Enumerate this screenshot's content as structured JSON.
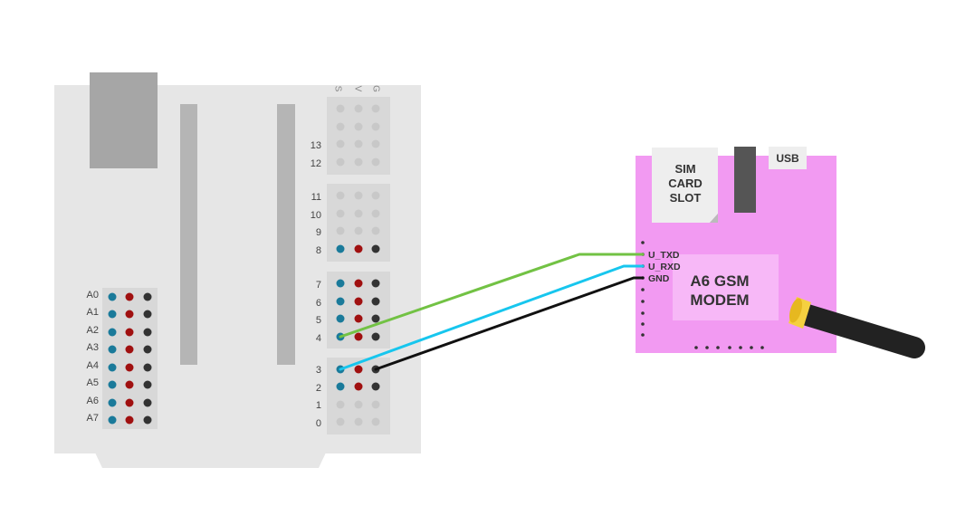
{
  "header": {
    "s": "S",
    "v": "V",
    "g": "G"
  },
  "analog_labels": [
    "A0",
    "A1",
    "A2",
    "A3",
    "A4",
    "A5",
    "A6",
    "A7"
  ],
  "digital_labels": {
    "d13": "13",
    "d12": "12",
    "d11": "11",
    "d10": "10",
    "d9": "9",
    "d8": "8",
    "d7": "7",
    "d6": "6",
    "d5": "5",
    "d4": "4",
    "d3": "3",
    "d2": "2",
    "d1": "1",
    "d0": "0"
  },
  "modem": {
    "title_line1": "A6 GSM",
    "title_line2": "MODEM",
    "sim_line1": "SIM",
    "sim_line2": "CARD",
    "sim_line3": "SLOT",
    "usb": "USB",
    "pins": {
      "tx": "U_TXD",
      "rx": "U_RXD",
      "gnd": "GND"
    }
  },
  "colors": {
    "board": "#e6e6e6",
    "board_block": "#d8d8d8",
    "strip": "#b5b5b5",
    "connector": "#a6a6a6",
    "pin_signal": "#1a7a9a",
    "pin_power": "#a01010",
    "pin_ground": "#333333",
    "pin_empty": "#c8c8c8",
    "modem_pcb": "#f29af2",
    "modem_inner": "#f7b8f7",
    "wire_tx": "#72c244",
    "wire_rx": "#17c6ee",
    "wire_gnd": "#111111",
    "antenna_tip": "#f5d040"
  },
  "wiring": [
    {
      "from": "U_TXD",
      "to": "4",
      "color": "#72c244"
    },
    {
      "from": "U_RXD",
      "to": "3",
      "color": "#17c6ee"
    },
    {
      "from": "GND",
      "to": "3",
      "color": "#111111"
    }
  ]
}
